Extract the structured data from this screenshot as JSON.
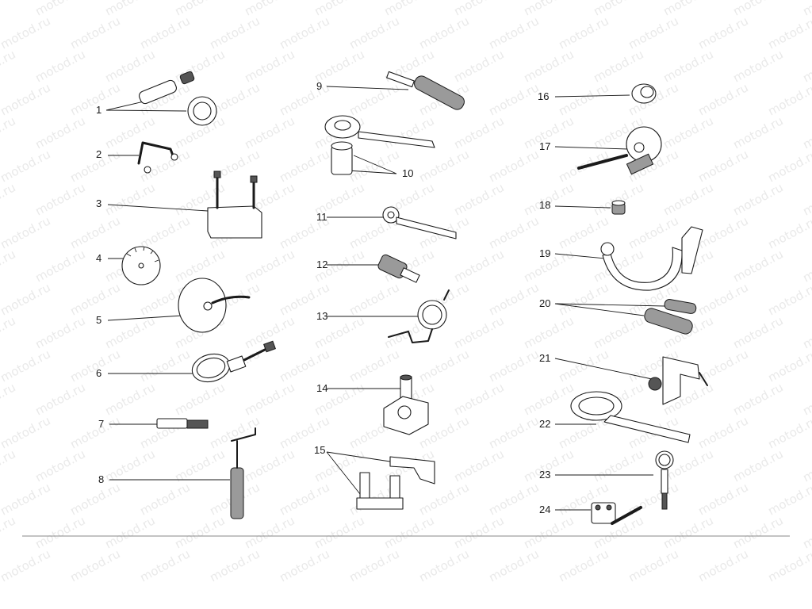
{
  "watermark": {
    "text": "motod.ru"
  },
  "callouts": [
    "1",
    "2",
    "3",
    "4",
    "5",
    "6",
    "7",
    "8",
    "9",
    "10",
    "11",
    "12",
    "13",
    "14",
    "15",
    "16",
    "17",
    "18",
    "19",
    "20",
    "21",
    "22",
    "23",
    "24"
  ],
  "colors": {
    "line": "#1a1a1a",
    "metal_dark": "#555555",
    "metal_grey": "#9a9a9a",
    "background": "#ffffff"
  }
}
